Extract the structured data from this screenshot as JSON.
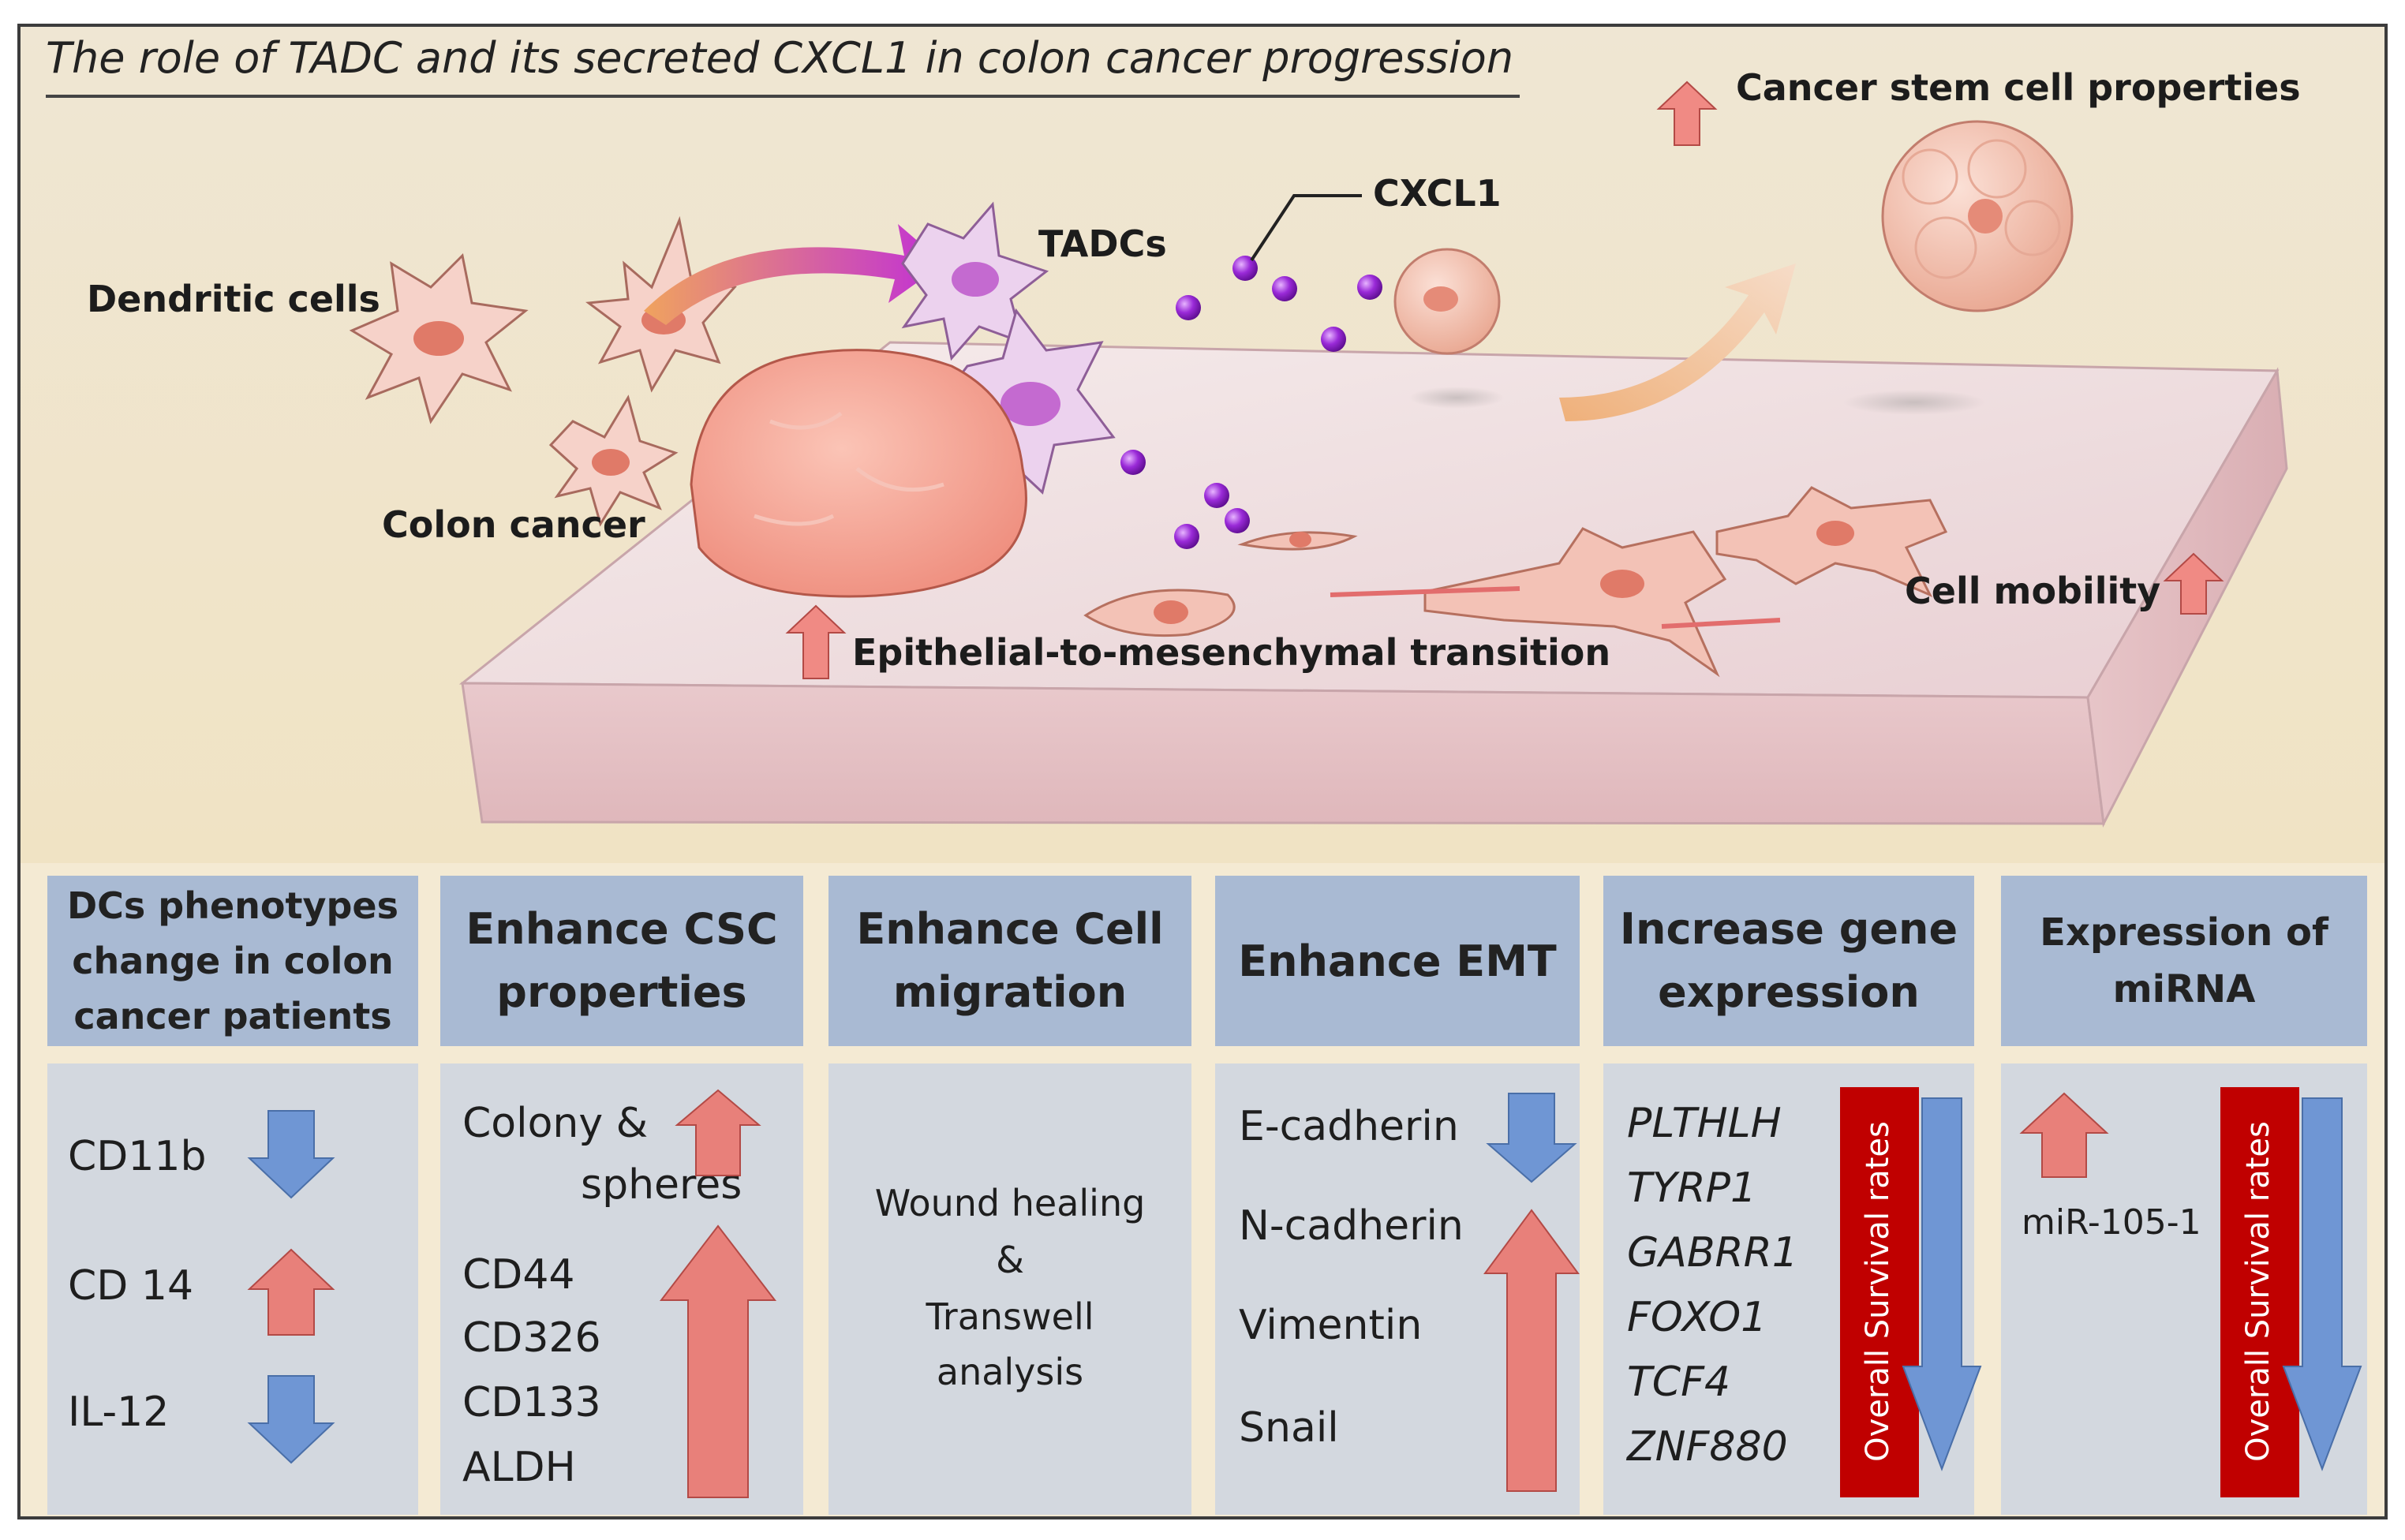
{
  "title": "The role of TADC and its secreted CXCL1 in colon cancer progression",
  "labels": {
    "dendritic_cells": "Dendritic cells",
    "tadcs": "TADCs",
    "cxcl1": "CXCL1",
    "colon_cancer": "Colon cancer",
    "csc_properties": "Cancer stem cell properties",
    "emt": "Epithelial-to-mesenchymal transition",
    "cell_mobility": "Cell mobility"
  },
  "panels": [
    {
      "header_lines": [
        "DCs phenotypes",
        "change in colon",
        "cancer patients"
      ],
      "items": [
        {
          "text": "CD11b",
          "arrow": "down"
        },
        {
          "text": "CD 14",
          "arrow": "up"
        },
        {
          "text": "IL-12",
          "arrow": "down"
        }
      ]
    },
    {
      "header_lines": [
        "Enhance CSC",
        "properties"
      ],
      "items_top": [
        "Colony &",
        "spheres"
      ],
      "items_list": [
        "CD44",
        "CD326",
        "CD133",
        "ALDH"
      ]
    },
    {
      "header_lines": [
        "Enhance Cell",
        "migration"
      ],
      "body_lines": [
        "Wound healing",
        "&",
        "Transwell",
        "analysis"
      ]
    },
    {
      "header_lines": [
        "Enhance EMT"
      ],
      "items": [
        "E-cadherin",
        "N-cadherin",
        "Vimentin",
        "Snail"
      ]
    },
    {
      "header_lines": [
        "Increase gene",
        "expression"
      ],
      "genes": [
        "PLTHLH",
        "TYRP1",
        "GABRR1",
        "FOXO1",
        "TCF4",
        "ZNF880"
      ],
      "bar_label": "Overall Survival rates"
    },
    {
      "header_lines": [
        "Expression of",
        "miRNA"
      ],
      "mirna": "miR-105-1",
      "bar_label": "Overall Survival rates"
    }
  ],
  "colors": {
    "up_arrow": "#e8807a",
    "down_arrow": "#6f96d4",
    "survival_bar": "#c00000",
    "header_bg": "#a9bad3",
    "panel_bg": "#d3d8df",
    "chemokine": "#8a1fd0"
  }
}
